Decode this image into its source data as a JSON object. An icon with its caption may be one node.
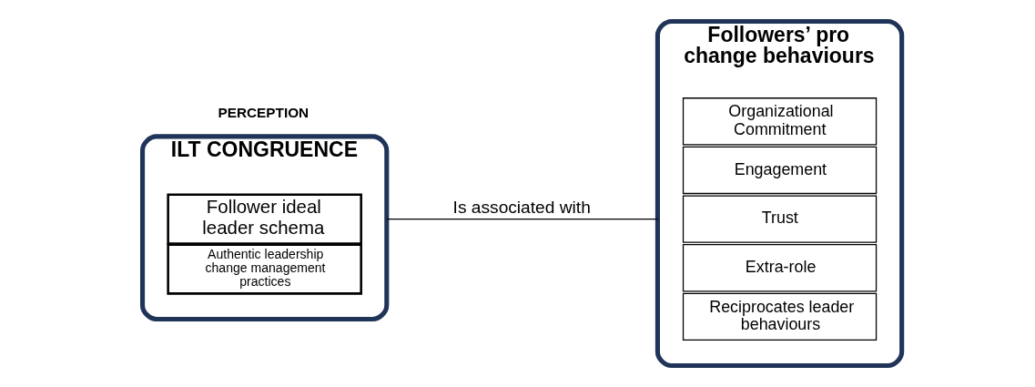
{
  "diagram": {
    "nodes": [
      {
        "text": [
          "ILT CONGRUENCE"
        ],
        "beside": [
          "PERCEPTION"
        ]
      },
      {
        "text": [
          "Follower ideal leader schema"
        ],
        "in": 0
      },
      {
        "text": [
          "Authentic leadership change management practices"
        ],
        "in": 0
      },
      {
        "text": [
          "Followers’ pro change behaviours"
        ]
      },
      {
        "text": [
          "Organizational Commitment"
        ],
        "in": 3
      },
      {
        "text": [
          "Engagement"
        ],
        "in": 3
      },
      {
        "text": [
          "Trust"
        ],
        "in": 3
      },
      {
        "text": [
          "Extra-role"
        ],
        "in": 3
      },
      {
        "text": [
          "Reciprocates leader behaviours"
        ],
        "in": 3
      }
    ],
    "edges": [
      {
        "from": 0,
        "to": 3,
        "label": "Is associated with",
        "arrow": "none"
      }
    ]
  }
}
